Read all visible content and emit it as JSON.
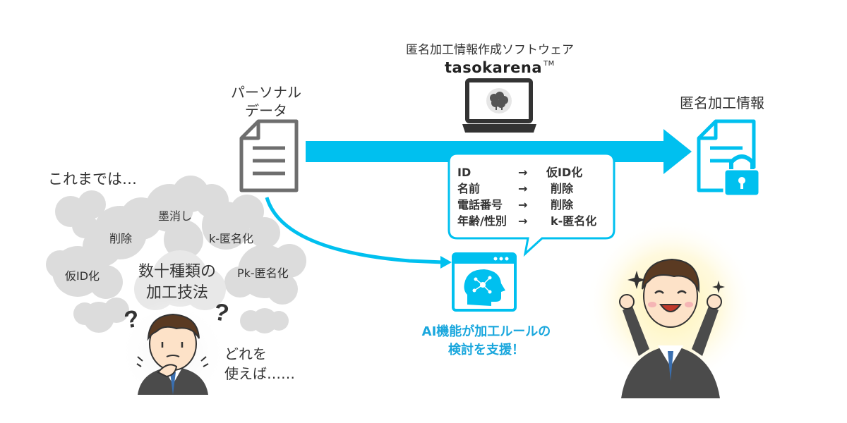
{
  "software": {
    "title": "匿名加工情報作成ソフトウェア",
    "brand": "tasokarena",
    "trademark": "TM"
  },
  "personal_data_label": [
    "パーソナル",
    "データ"
  ],
  "anonymized_label": "匿名加工情報",
  "before_label": "これまでは…",
  "cloud_terms": [
    "墨消し",
    "削除",
    "k-匿名化",
    "仮ID化",
    "Pk-匿名化"
  ],
  "many_methods": [
    "数十種類の",
    "加工技法"
  ],
  "question_text": [
    "どれを",
    "使えば……"
  ],
  "ai_support": [
    "AI機能が加工ルールの",
    "検討を支援！"
  ],
  "rules": [
    {
      "from": "ID",
      "arrow": "→",
      "to": "仮ID化"
    },
    {
      "from": "名前",
      "arrow": "→",
      "to": "削除"
    },
    {
      "from": "電話番号",
      "arrow": "→",
      "to": "削除"
    },
    {
      "from": "年齢/性別",
      "arrow": "→",
      "to": "k-匿名化"
    }
  ],
  "colors": {
    "accent": "#00c0ef",
    "accent_text": "#1aa7dd",
    "cloud": "#dcdcdc",
    "doc_gray": "#6e6e6e",
    "glow": "#fff3b0"
  }
}
